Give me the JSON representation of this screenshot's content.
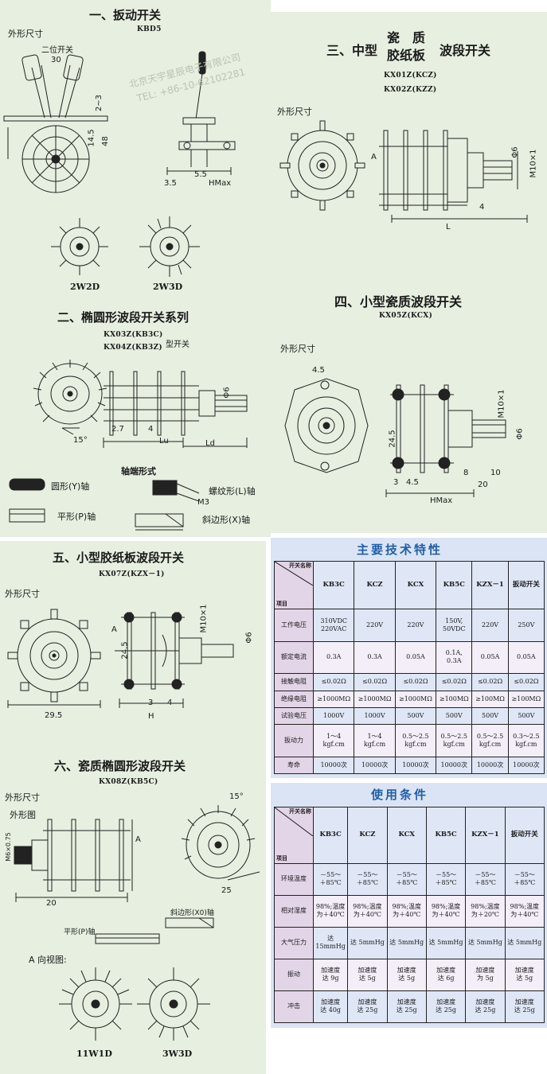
{
  "sections": {
    "s1": {
      "title": "一、扳动开关",
      "model": "KBD5",
      "label_dim": "外形尺寸",
      "label_two_pos": "二位开关",
      "dims": [
        "30",
        "2~3",
        "14.5",
        "48",
        "3.5",
        "5.5",
        "HMax"
      ],
      "cap_a": "2W2D",
      "cap_b": "2W3D"
    },
    "s2": {
      "title": "二、椭圆形波段开关系列",
      "model_a": "KX03Z(KB3C)",
      "model_b": "KX04Z(KB3Z)",
      "type_suffix": "型开关",
      "dims": [
        "15°",
        "2.7",
        "4",
        "Lu",
        "Ld",
        "Φ6"
      ],
      "shaft_title": "轴端形式",
      "shaft_round": "圆形(Y)轴",
      "shaft_flat": "平形(P)轴",
      "shaft_thread": "螺纹形(L)轴",
      "shaft_bevel": "斜边形(X)轴",
      "m3": "M3"
    },
    "s3": {
      "title_a": "三、中型",
      "title_b": "瓷　质",
      "title_c": "胶纸板",
      "title_d": "波段开关",
      "model_a": "KX01Z(KCZ)",
      "model_b": "KX02Z(KZZ)",
      "label_dim": "外形尺寸",
      "dims": [
        "Φ6",
        "M10×1",
        "A",
        "4",
        "L"
      ]
    },
    "s4": {
      "title": "四、小型瓷质波段开关",
      "model": "KX05Z(KCX)",
      "label_dim": "外形尺寸",
      "dims": [
        "4.5",
        "24.5",
        "M10×1",
        "Φ6",
        "3",
        "4.5",
        "8",
        "10",
        "20",
        "HMax"
      ]
    },
    "s5": {
      "title": "五、小型胶纸板波段开关",
      "model": "KX07Z(KZX－1)",
      "label_dim": "外形尺寸",
      "dims": [
        "A",
        "24.5",
        "M10×1",
        "Φ6",
        "29.5",
        "3",
        "4",
        "H"
      ]
    },
    "s6": {
      "title": "六、瓷质椭圆形波段开关",
      "model": "KX08Z(KB5C)",
      "label_dim": "外形尺寸",
      "label_view": "外形图",
      "dims": [
        "M6×0.75",
        "A",
        "20",
        "15°",
        "25"
      ],
      "shaft_bevel": "斜边形(X0)轴",
      "shaft_flat": "平形(P)轴",
      "label_a_view": "A 向视图:",
      "cap_a": "11W1D",
      "cap_b": "3W3D"
    }
  },
  "watermark": {
    "line1": "北京天宇星辰电子有限公司",
    "line2": "TEL: +86-10-62102281"
  },
  "tech_table": {
    "title": "主要技术特性",
    "header_top": "开关名称",
    "header_left": "项目",
    "columns": [
      "KB3C",
      "KCZ",
      "KCX",
      "KB5C",
      "KZX－1",
      "扳动开关"
    ],
    "rows": [
      {
        "label": "工作电压",
        "cells": [
          "310VDC\n220VAC",
          "220V",
          "220V",
          "150V,\n50VDC",
          "220V",
          "250V"
        ]
      },
      {
        "label": "额定电流",
        "cells": [
          "0.3A",
          "0.3A",
          "0.05A",
          "0.1A,\n0.3A",
          "0.05A",
          "0.05A"
        ]
      },
      {
        "label": "接触电阻",
        "cells": [
          "≤0.02Ω",
          "≤0.02Ω",
          "≤0.02Ω",
          "≤0.02Ω",
          "≤0.02Ω",
          "≤0.02Ω"
        ]
      },
      {
        "label": "绝缘电阻",
        "cells": [
          "≥1000MΩ",
          "≥1000MΩ",
          "≥1000MΩ",
          "≥100MΩ",
          "≥100MΩ",
          "≥100MΩ"
        ]
      },
      {
        "label": "试验电压",
        "cells": [
          "1000V",
          "1000V",
          "500V",
          "500V",
          "500V",
          "500V"
        ]
      },
      {
        "label": "扳动力",
        "cells": [
          "1～4\nkgf.cm",
          "1～4\nkgf.cm",
          "0.5～2.5\nkgf.cm",
          "0.5～2.5\nkgf.cm",
          "0.5～2.5\nkgf.cm",
          "0.3～2.5\nkgf.cm"
        ]
      },
      {
        "label": "寿命",
        "cells": [
          "10000次",
          "10000次",
          "10000次",
          "10000次",
          "10000次",
          "10000次"
        ]
      }
    ]
  },
  "use_table": {
    "title": "使用条件",
    "header_top": "开关名称",
    "header_left": "项目",
    "columns": [
      "KB3C",
      "KCZ",
      "KCX",
      "KB5C",
      "KZX－1",
      "扳动开关"
    ],
    "rows": [
      {
        "label": "环境温度",
        "cells": [
          "－55～\n＋85℃",
          "－55～\n＋85℃",
          "－55～\n＋85℃",
          "－55～\n＋85℃",
          "－55～\n＋85℃",
          "－55～\n＋85℃"
        ]
      },
      {
        "label": "相对湿度",
        "cells": [
          "98%;温度\n为＋40℃",
          "98%;温度\n为＋40℃",
          "98%;温度\n为＋40℃",
          "98%;温度\n为＋40℃",
          "98%;温度\n为＋20℃",
          "98%;温度\n为＋40℃"
        ]
      },
      {
        "label": "大气压力",
        "cells": [
          "达\n15mmHg",
          "达 5mmHg",
          "达 5mmHg",
          "达 5mmHg",
          "达 5mmHg",
          "达 5mmHg"
        ]
      },
      {
        "label": "振动",
        "cells": [
          "加速度\n达 9g",
          "加速度\n达 5g",
          "加速度\n达 5g",
          "加速度\n达 6g",
          "加速度\n为 5g",
          "加速度\n达 5g"
        ]
      },
      {
        "label": "冲击",
        "cells": [
          "加速度\n达 40g",
          "加速度\n达 25g",
          "加速度\n达 25g",
          "加速度\n达 25g",
          "加速度\n达 25g",
          "加速度\n达 25g"
        ]
      }
    ]
  }
}
